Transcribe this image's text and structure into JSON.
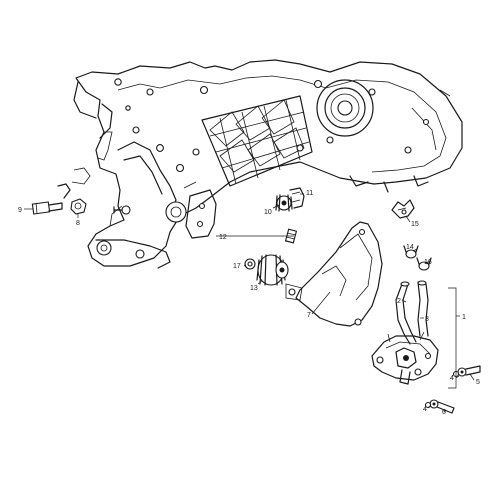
{
  "callouts": {
    "c1": "1",
    "c2": "2",
    "c3": "3",
    "c4a": "4",
    "c4b": "4",
    "c5": "5",
    "c6": "6",
    "c7": "7",
    "c8": "8",
    "c9": "9",
    "c10": "10",
    "c11": "11",
    "c12": "12",
    "c13": "13",
    "c14": "14",
    "c15": "15",
    "c16": "16",
    "c17": "17"
  }
}
